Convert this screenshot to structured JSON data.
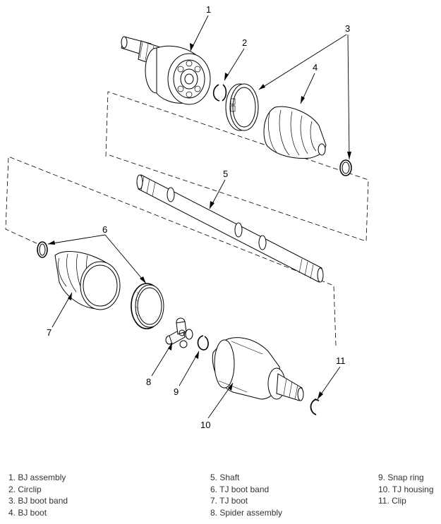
{
  "callouts": [
    "1",
    "2",
    "3",
    "4",
    "5",
    "6",
    "7",
    "8",
    "9",
    "10",
    "11"
  ],
  "legend": {
    "col1": [
      "1. BJ assembly",
      "2. Circlip",
      "3. BJ boot band",
      "4. BJ boot"
    ],
    "col2": [
      "5. Shaft",
      "6. TJ boot band",
      "7. TJ boot",
      "8. Spider assembly"
    ],
    "col3": [
      "9. Snap ring",
      "10. TJ housing",
      "11. Clip"
    ]
  },
  "colors": {
    "line": "#000000",
    "text": "#333333",
    "background": "#ffffff"
  }
}
